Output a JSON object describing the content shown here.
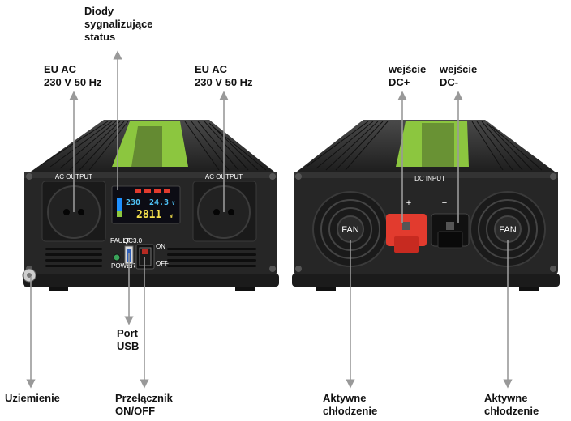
{
  "labels": {
    "leds": "Diody\nsygnalizujące\nstatus",
    "eu_ac_left": "EU AC\n230 V 50 Hz",
    "eu_ac_right": "EU AC\n230 V 50 Hz",
    "usb": "Port\nUSB",
    "ground": "Uziemienie",
    "switch": "Przełącznik\nON/OFF",
    "dc_plus": "wejście\nDC+",
    "dc_minus": "wejście\nDC-",
    "cooling_left": "Aktywne\nchłodzenie",
    "cooling_right": "Aktywne\nchłodzenie"
  },
  "front_panel": {
    "ac_output_left": "AC OUTPUT",
    "ac_output_right": "AC OUTPUT",
    "fault": "FAULT",
    "qc": "QC3.0",
    "power": "POWER",
    "on": "ON",
    "off": "OFF",
    "lcd_input": "230",
    "lcd_output": "24.3",
    "lcd_main": "2811",
    "lcd_unit_v": "V",
    "lcd_unit_w": "W"
  },
  "back_panel": {
    "dc_input": "DC INPUT",
    "plus": "+",
    "minus": "−",
    "fan_left": "FAN",
    "fan_right": "FAN"
  },
  "colors": {
    "body": "#2a2a2a",
    "accent": "#8cc63f",
    "arrow": "#999999",
    "terminal": "#e23b2e"
  }
}
